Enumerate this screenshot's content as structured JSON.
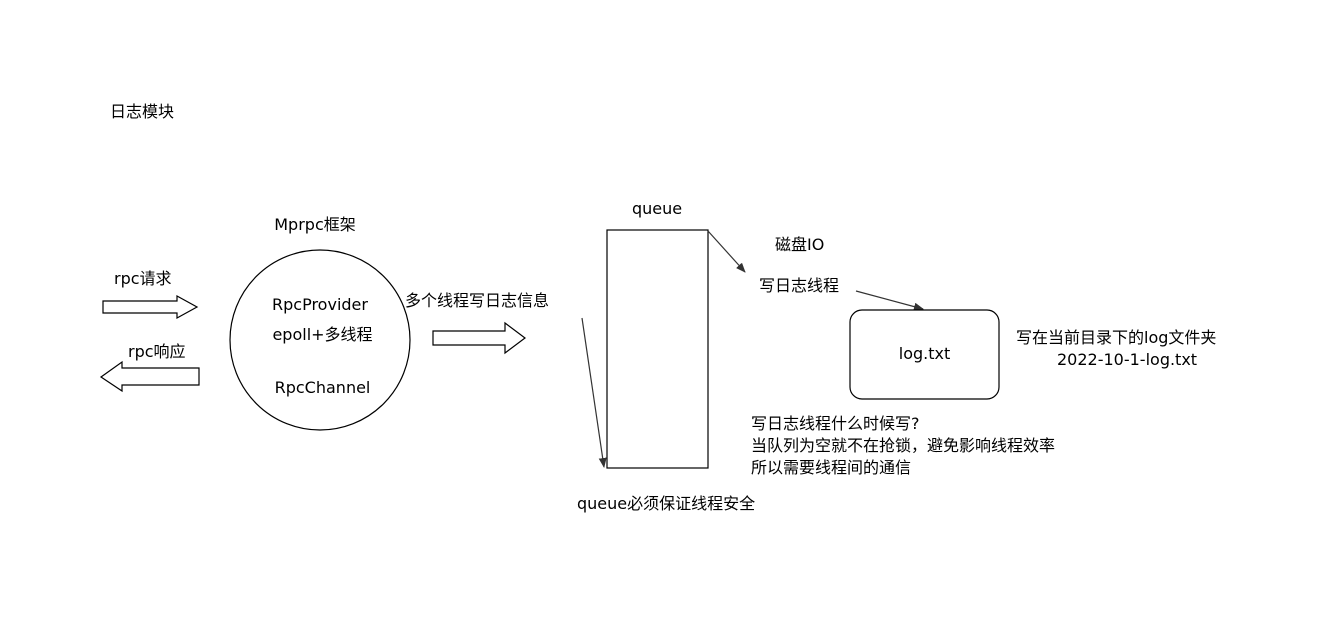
{
  "title": "日志模块",
  "framework": {
    "label": "Mprpc框架",
    "line1": "RpcProvider",
    "line2": "epoll+多线程",
    "line3": "RpcChannel"
  },
  "rpc_request": "rpc请求",
  "rpc_response": "rpc响应",
  "multi_thread_write": "多个线程写日志信息",
  "queue": {
    "label": "queue",
    "safety_note": "queue必须保证线程安全"
  },
  "disk_io": "磁盘IO",
  "writer_thread": "写日志线程",
  "log_file": {
    "label": "log.txt",
    "note_line1": "写在当前目录下的log文件夹",
    "note_line2": "2022-10-1-log.txt"
  },
  "writer_notes": {
    "line1": "写日志线程什么时候写?",
    "line2": "当队列为空就不在抢锁，避免影响线程效率",
    "line3": "所以需要线程间的通信"
  },
  "colors": {
    "stroke": "#000000",
    "connector": "#333333",
    "background": "#ffffff"
  }
}
